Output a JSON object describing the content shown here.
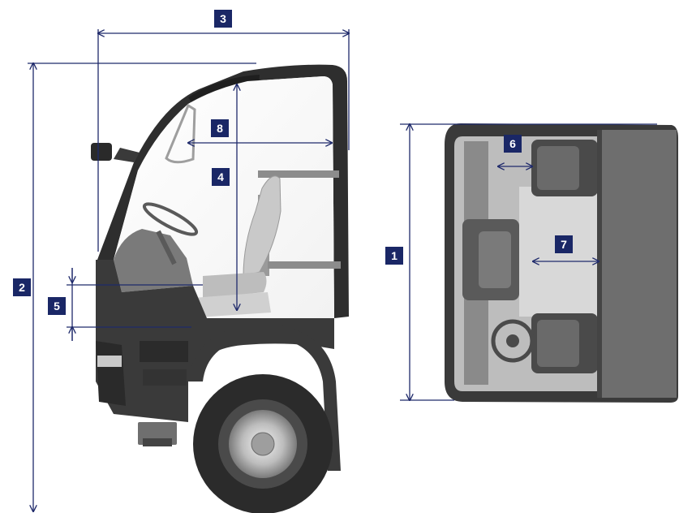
{
  "diagram": {
    "colors": {
      "dimension_line": "#1f2a6b",
      "badge_bg": "#1a2766",
      "badge_text": "#ffffff",
      "cab_dark": "#2b2b2b",
      "cab_mid": "#6d6d6d",
      "cab_light": "#d9d9d9"
    },
    "badges": [
      {
        "id": "1",
        "label": "1"
      },
      {
        "id": "2",
        "label": "2"
      },
      {
        "id": "3",
        "label": "3"
      },
      {
        "id": "4",
        "label": "4"
      },
      {
        "id": "5",
        "label": "5"
      },
      {
        "id": "6",
        "label": "6"
      },
      {
        "id": "7",
        "label": "7"
      },
      {
        "id": "8",
        "label": "8"
      }
    ],
    "views": [
      {
        "name": "side-view",
        "illustration": "truck-cab-side"
      },
      {
        "name": "top-view",
        "illustration": "truck-cab-top"
      }
    ]
  }
}
